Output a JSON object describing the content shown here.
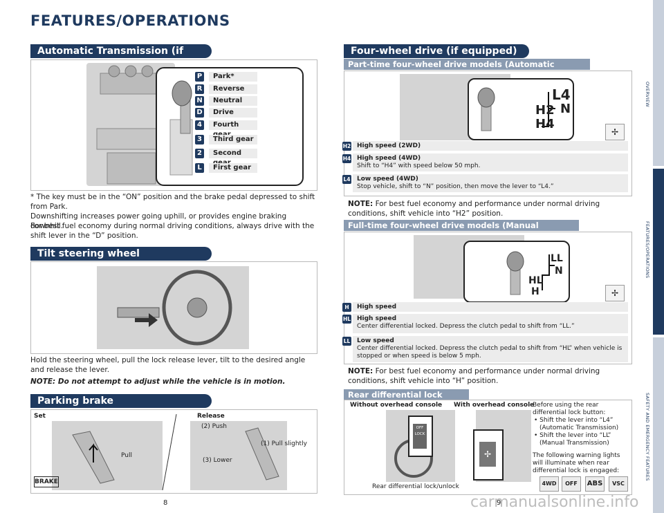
{
  "page_title": "FEATURES/OPERATIONS",
  "auto_trans": {
    "header": "Automatic Transmission (if equipped)",
    "gears": [
      {
        "badge": "P",
        "label": "Park*"
      },
      {
        "badge": "R",
        "label": "Reverse"
      },
      {
        "badge": "N",
        "label": "Neutral"
      },
      {
        "badge": "D",
        "label": "Drive"
      },
      {
        "badge": "4",
        "label": "Fourth gear"
      },
      {
        "badge": "3",
        "label": "Third gear"
      },
      {
        "badge": "2",
        "label": "Second gear"
      },
      {
        "badge": "L",
        "label": "First gear"
      }
    ],
    "footnote": "* The key must be in the “ON” position and the brake pedal depressed to shift from Park.",
    "body1": "Downshifting increases power going uphill, or provides engine braking downhill.",
    "body2": "For best fuel economy during normal driving conditions, always drive with the shift lever in the “D” position."
  },
  "tilt": {
    "header": "Tilt steering wheel",
    "body": "Hold the steering wheel, pull the lock release lever, tilt to the desired angle and release the lever.",
    "note": "NOTE: Do not attempt to adjust while the vehicle is in motion."
  },
  "parking": {
    "header": "Parking brake",
    "set": "Set",
    "release": "Release",
    "pull": "Pull",
    "push": "(2) Push",
    "pull_slightly": "(1) Pull slightly",
    "lower": "(3) Lower",
    "brake_label": "BRAKE"
  },
  "fwd": {
    "header": "Four-wheel drive (if equipped)",
    "part_time": {
      "subheader": "Part-time four-wheel drive models (Automatic Transmission)",
      "diagram": {
        "l4": "L4",
        "n": "N",
        "h2": "H2",
        "h4": "H4"
      },
      "modes": [
        {
          "badge": "H2",
          "title": "High speed (2WD)",
          "desc": ""
        },
        {
          "badge": "H4",
          "title": "High speed (4WD)",
          "desc": "Shift to “H4” with speed below 50 mph."
        },
        {
          "badge": "L4",
          "title": "Low speed (4WD)",
          "desc": "Stop vehicle, shift to “N” position, then move the lever to “L4.”"
        }
      ],
      "note_label": "NOTE:",
      "note": " For best fuel economy and performance under normal driving conditions, shift vehicle into “H2” position."
    },
    "full_time": {
      "subheader": "Full-time four-wheel drive models (Manual Transmission)",
      "diagram": {
        "ll": "LL",
        "n": "N",
        "hl": "HL",
        "h": "H"
      },
      "modes": [
        {
          "badge": "H",
          "title": "High speed",
          "desc": ""
        },
        {
          "badge": "HL",
          "title": "High speed",
          "desc": "Center differential locked. Depress the clutch pedal to shift from “LL.”"
        },
        {
          "badge": "LL",
          "title": "Low speed",
          "desc": "Center differential locked. Depress the clutch pedal to shift from “HL” when vehicle is stopped or when speed is below 5 mph."
        }
      ],
      "note_label": "NOTE:",
      "note": " For best fuel economy and performance under normal driving conditions, shift vehicle into “H” position."
    }
  },
  "rear_diff": {
    "header": "Rear differential lock button",
    "without": "Without overhead console",
    "with": "With overhead console",
    "caption": "Rear differential lock/unlock",
    "button_text": "OFF LOCK",
    "before": "Before using the rear differential lock button:",
    "bullets": [
      "Shift the lever into “L4” (Automatic Transmission)",
      "Shift the lever into “LL” (Manual Transmission)"
    ],
    "warning_text": "The following warning lights will illuminate when rear differential lock is engaged:",
    "warning_icons": [
      "4WD",
      "OFF",
      "ABS",
      "VSC"
    ]
  },
  "page_numbers": {
    "left": "8",
    "right": "9"
  },
  "side_tabs": [
    "OVERVIEW",
    "FEATURES/OPERATIONS",
    "SAFETY AND EMERGENCY FEATURES"
  ],
  "watermark": "carmanualsonline.info"
}
